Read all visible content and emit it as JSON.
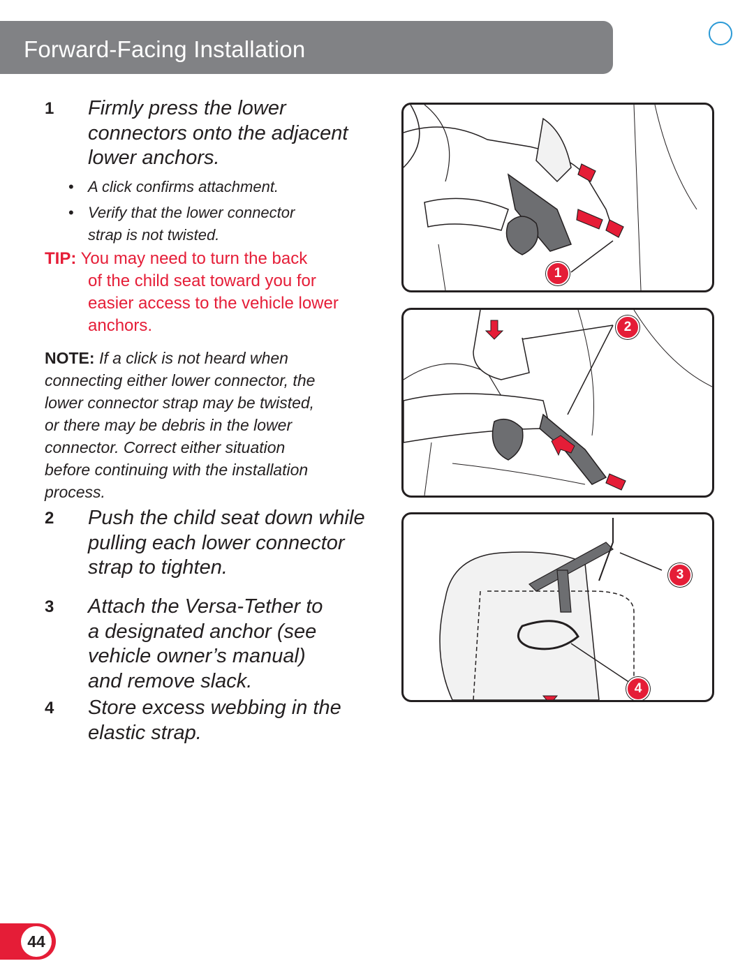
{
  "header": {
    "title": "Forward-Facing Installation"
  },
  "steps": [
    {
      "num": "1",
      "lines": [
        "Firmly press the lower",
        "connectors onto the adjacent",
        "lower anchors."
      ]
    },
    {
      "num": "2",
      "lines": [
        "Push the child seat down while",
        "pulling each lower connector",
        "strap to tighten."
      ]
    },
    {
      "num": "3",
      "lines": [
        "Attach the Versa-Tether to",
        "a designated anchor (see",
        "vehicle owner’s manual)",
        "and remove slack."
      ]
    },
    {
      "num": "4",
      "lines": [
        "Store excess webbing in the",
        "elastic strap."
      ]
    }
  ],
  "bullets": [
    {
      "lines": [
        "A click confirms attachment."
      ]
    },
    {
      "lines": [
        "Verify that the lower connector",
        "strap is not twisted."
      ]
    }
  ],
  "tip": {
    "label": "TIP:",
    "lines": [
      " You may need to turn the back",
      "of the child seat toward you for",
      "easier access to the vehicle lower",
      "anchors."
    ]
  },
  "note": {
    "label": "NOTE:",
    "lines": [
      " If a click is not heard when",
      "connecting either lower connector, the",
      "lower connector strap may be twisted,",
      "or there may be debris in the lower",
      "connector. Correct either situation",
      "before continuing with the installation",
      "process."
    ]
  },
  "figures": {
    "callouts": [
      "1",
      "2",
      "3",
      "4"
    ]
  },
  "page_number": "44",
  "colors": {
    "accent": "#e51d37",
    "header_bg": "#818285",
    "circle_icon": "#2b9ad6"
  }
}
